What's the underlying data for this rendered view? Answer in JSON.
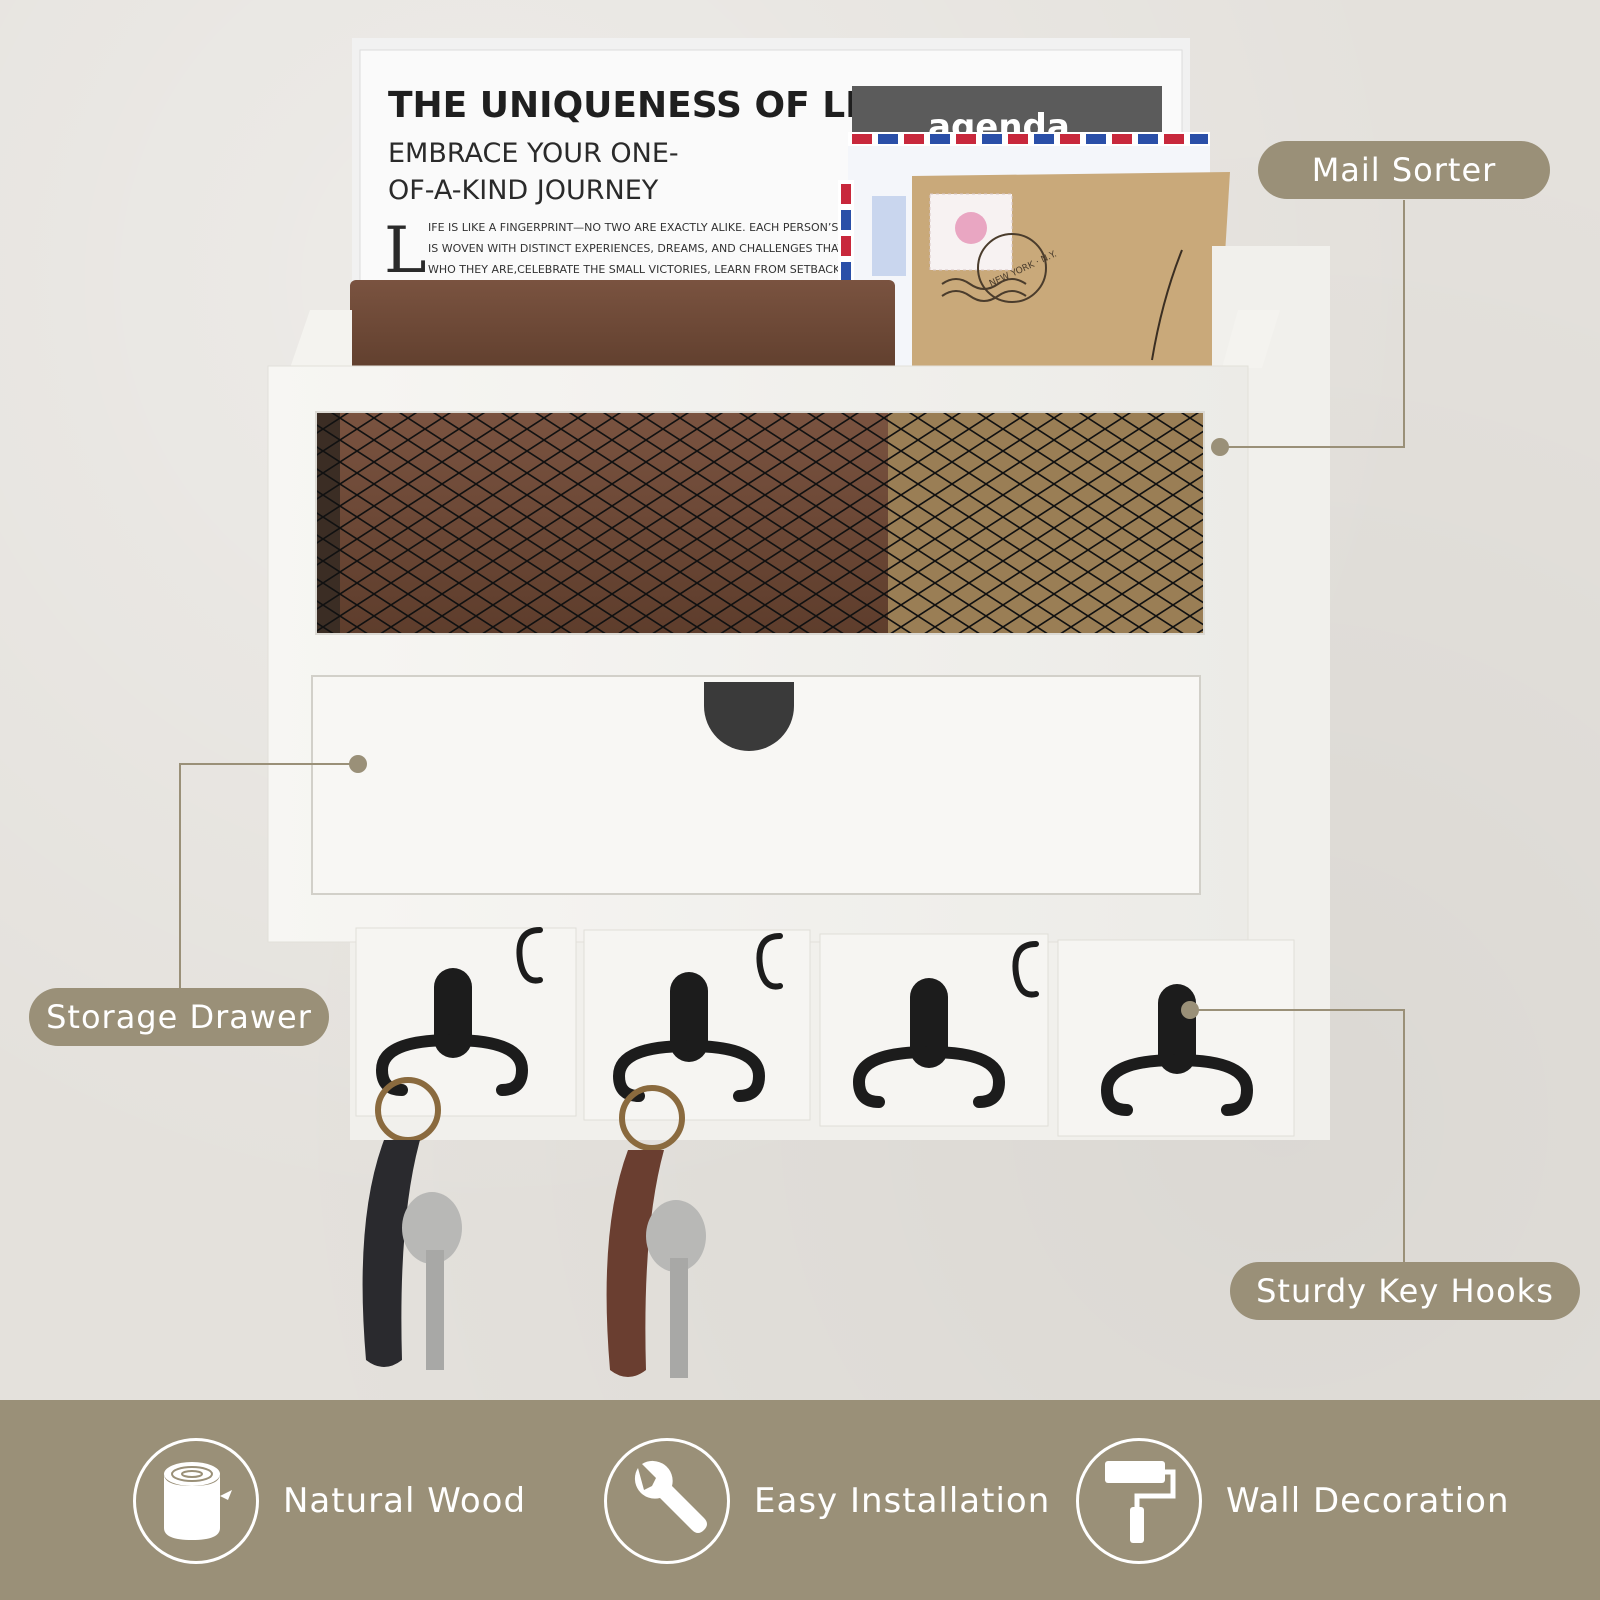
{
  "magazine": {
    "headline": "THE UNIQUENESS OF LIFE",
    "subhead_line1": "EMBRACE YOUR ONE-",
    "subhead_line2": "OF-A-KIND JOURNEY",
    "dropcap": "L",
    "body_line1": "IFE IS LIKE A FINGERPRINT—NO TWO ARE EXACTLY ALIKE. EACH PERSON’S PATH",
    "body_line2": "IS WOVEN WITH DISTINCT EXPERIENCES, DREAMS, AND CHALLENGES THAT SHAPE",
    "body_line3": "WHO THEY ARE,CELEBRATE THE SMALL VICTORIES, LEARN FROM SETBACKS."
  },
  "agenda_text": "agenda",
  "postmark_text": "NEW YORK · N.Y.",
  "callouts": {
    "mail_sorter": "Mail Sorter",
    "storage_drawer": "Storage Drawer",
    "key_hooks": "Sturdy Key Hooks"
  },
  "features": [
    {
      "label": "Natural Wood",
      "icon": "log-icon"
    },
    {
      "label": "Easy Installation",
      "icon": "wrench-icon"
    },
    {
      "label": "Wall Decoration",
      "icon": "paint-roller-icon"
    }
  ],
  "colors": {
    "wall": "#e4e1dc",
    "accent": "#9a9078",
    "wood_white": "#f6f5f2",
    "leather_brown": "#6e4a36",
    "kraft": "#c4a577",
    "hook_black": "#1c1c1c"
  }
}
